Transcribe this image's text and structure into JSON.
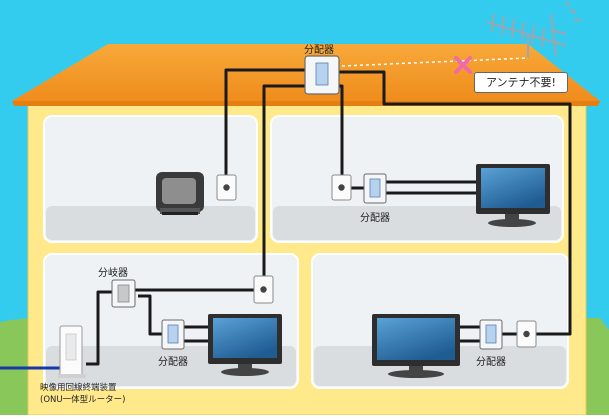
{
  "labels": {
    "splitter_roof": "分配器",
    "splitter_upper_right": "分配器",
    "branch_box": "分岐器",
    "splitter_lower_left": "分配器",
    "splitter_lower_right": "分配器",
    "onu_line1": "映像用回線終端装置",
    "onu_line2": "(ONU一体型ルーター)"
  },
  "antenna_note": "アンテナ不要!",
  "colors": {
    "sky": "#33ccee",
    "grass": "#8ac75a",
    "roof": "#f39a24",
    "roof_shadow": "#e57f12",
    "wall": "#ffe98a",
    "room": "#eef2f4",
    "room_floor": "#d9dde0",
    "cable": "#1a1a1a",
    "fiber": "#1838a8",
    "cross": "#f06aa8",
    "tv_bezel": "#2e2e2e",
    "tv_screen": "#3e7fb8"
  }
}
